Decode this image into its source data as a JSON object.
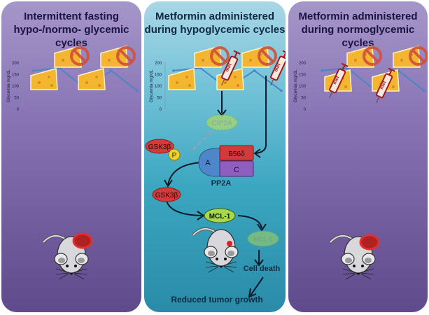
{
  "panels": [
    {
      "title_line1": "Intermittent fasting",
      "title_line2": "hypo-/normo- glycemic cycles",
      "theme": "purple"
    },
    {
      "title_line1": "Metformin administered",
      "title_line2": "during hypoglycemic cycles",
      "theme": "teal"
    },
    {
      "title_line1": "Metformin administered",
      "title_line2": "during normoglycemic cycles",
      "theme": "purple"
    }
  ],
  "glycemia_chart": {
    "ylabel": "Glycemia mg/dL",
    "yticks": [
      "200",
      "150",
      "100",
      "50",
      "0"
    ],
    "ylim": [
      0,
      200
    ],
    "values": [
      167,
      178,
      90,
      167,
      80
    ],
    "line_color": "#4a86c5"
  },
  "syringe_label": "met",
  "pathway": {
    "cip2a": "CIP2A",
    "gsk3b_top": "GSK3β",
    "phospho": "P",
    "pp2a_a": "A",
    "pp2a_b": "B56δ",
    "pp2a_c": "C",
    "pp2a_label": "PP2A",
    "gsk3b_bottom": "GSK3β",
    "mcl1": "MCL-1",
    "mcl1_degraded": "MCL-1",
    "cell_death": "Cell death",
    "outcome": "Reduced tumor growth"
  },
  "colors": {
    "red_protein": "#d33a3a",
    "blue_protein": "#4d86c9",
    "purple_protein": "#8f5fc0",
    "green_protein": "#a8d94a",
    "phospho": "#f1d22c",
    "tumor": "#d42a2a"
  }
}
